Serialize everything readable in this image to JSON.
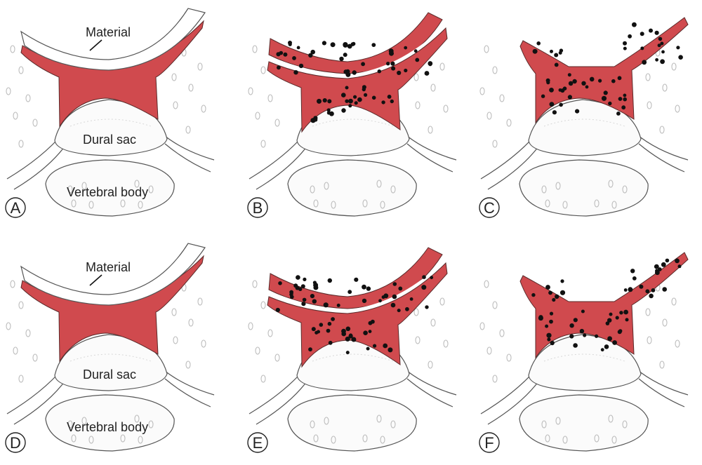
{
  "figure": {
    "colors": {
      "scar_tissue": "#d04a4e",
      "outline": "#555555",
      "dots": "#111111"
    },
    "panels": [
      {
        "letter": "A",
        "variant": "material",
        "dotted": false,
        "labels": {
          "material": "Material",
          "dural_sac": "Dural sac",
          "vertebral_body": "Vertebral body"
        }
      },
      {
        "letter": "B",
        "variant": "split",
        "dotted": true
      },
      {
        "letter": "C",
        "variant": "wings",
        "dotted": true
      },
      {
        "letter": "D",
        "variant": "material",
        "dotted": false,
        "labels": {
          "material": "Material",
          "dural_sac": "Dural sac",
          "vertebral_body": "Vertebral body"
        }
      },
      {
        "letter": "E",
        "variant": "split",
        "dotted": true
      },
      {
        "letter": "F",
        "variant": "wings",
        "dotted": true
      }
    ]
  }
}
